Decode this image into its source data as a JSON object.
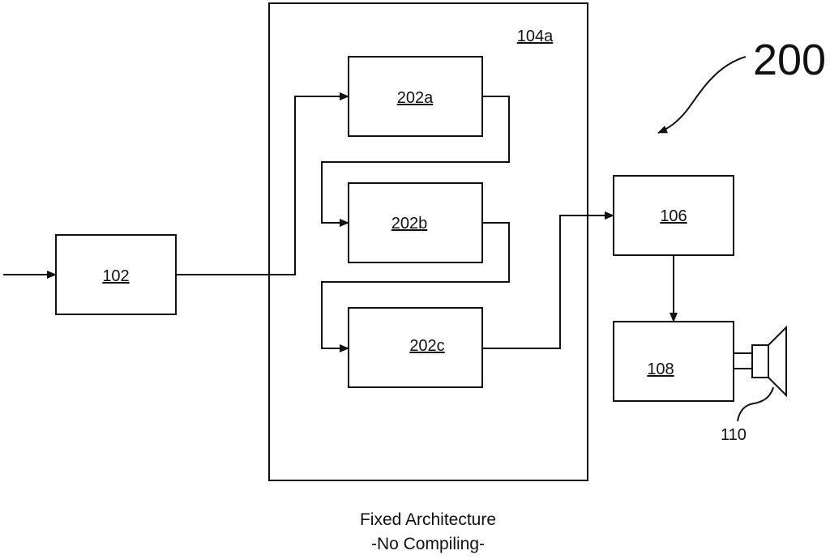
{
  "diagram": {
    "figure_number": "200",
    "container_label": "104a",
    "blocks": {
      "b102": "102",
      "b202a": "202a",
      "b202b": "202b",
      "b202c": "202c",
      "b106": "106",
      "b108": "108"
    },
    "speaker_label": "110",
    "caption": {
      "line1": "Fixed Architecture",
      "line2": "-No Compiling-"
    }
  },
  "colors": {
    "stroke": "#111111",
    "background": "#ffffff"
  },
  "icons": [
    "speaker-icon"
  ]
}
